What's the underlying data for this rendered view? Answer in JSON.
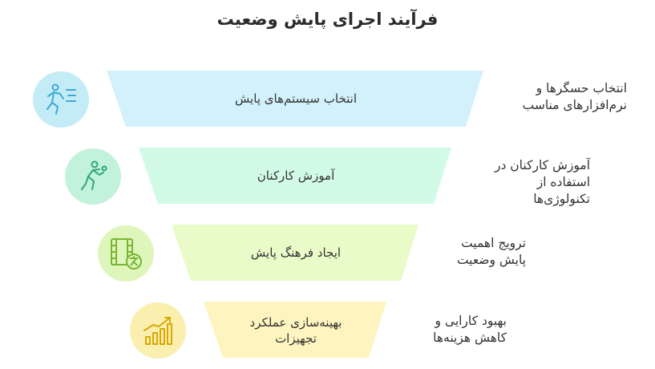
{
  "title": "فرآیند اجرای پایش وضعیت",
  "stages": [
    {
      "label": "انتخاب سیستم‌های پایش",
      "description_lines": [
        "انتخاب حسگرها و",
        "نرم‌افزارهای مناسب"
      ],
      "icon": "running-person-icon",
      "fill": "#d3f1fb",
      "circle": "#c4ecf7",
      "stroke": "#3fa9d6"
    },
    {
      "label": "آموزش کارکنان",
      "description_lines": [
        "آموزش کارکنان در",
        "استفاده از",
        "تکنولوژی‌ها"
      ],
      "icon": "person-throwing-icon",
      "fill": "#d1fae7",
      "circle": "#c2f2dc",
      "stroke": "#2fa878"
    },
    {
      "label": "ایجاد فرهنگ پایش",
      "description_lines": [
        "ترویج اهمیت",
        "پایش وضعیت"
      ],
      "icon": "film-translate-icon",
      "fill": "#e8fbc8",
      "circle": "#def5bb",
      "stroke": "#7ab632"
    },
    {
      "label_lines": [
        "بهینه‌سازی عملکرد",
        "تجهیزات"
      ],
      "description_lines": [
        "بهبود کارایی و",
        "کاهش هزینه‌ها"
      ],
      "icon": "growth-chart-icon",
      "fill": "#fdf4bf",
      "circle": "#fbefb0",
      "stroke": "#d9a800"
    }
  ]
}
